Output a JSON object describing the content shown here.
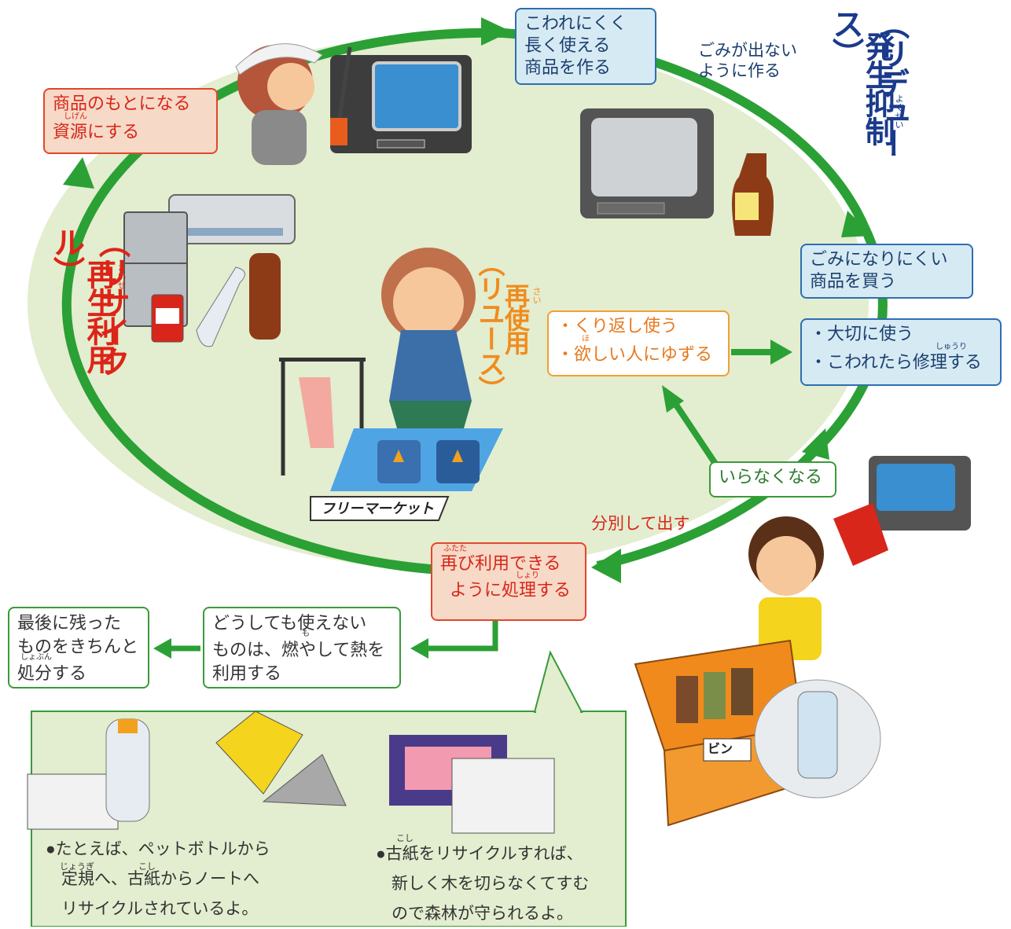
{
  "titles": {
    "reduce_main": "発生抑制",
    "reduce_sub": "（リデュース）",
    "reduce_ruby": "よくせい",
    "reuse_main": "再使用",
    "reuse_sub": "（リユース）",
    "reuse_ruby": "さい",
    "recycle_main": "再生利用",
    "recycle_sub": "（リサイクル）",
    "recycle_ruby": "さいせい"
  },
  "boxes": {
    "make_durable": [
      "こわれにくく",
      "長く使える",
      "商品を作る"
    ],
    "no_waste_note": [
      "ごみが出ない",
      "ように作る"
    ],
    "buy_less_waste": [
      "ごみになりにくい",
      "商品を買う"
    ],
    "care": [
      "・大切に使う",
      "・こわれたら修理する"
    ],
    "care_ruby": "しゅうり",
    "reuse_actions": [
      "・くり返し使う",
      "・欲しい人にゆずる"
    ],
    "reuse_ruby": "ほ",
    "unneeded": "いらなくなる",
    "sort_out": "分別して出す",
    "reprocess": [
      "再び利用できる",
      "ように処理する"
    ],
    "reprocess_ruby1": "ふたた",
    "reprocess_ruby2": "しょり",
    "resource": [
      "商品のもとになる",
      "資源にする"
    ],
    "resource_ruby": "しげん",
    "burn": [
      "どうしても使えない",
      "ものは、燃やして熱を",
      "利用する"
    ],
    "burn_ruby": "も",
    "dispose": [
      "最後に残った",
      "ものをきちんと",
      "処分する"
    ],
    "dispose_ruby": "しょぶん",
    "flea_market": "フリーマーケット",
    "bin_label": "ビン"
  },
  "examples": {
    "left": [
      "●たとえば、ペットボトルから",
      "定規へ、古紙からノートへ",
      "リサイクルされているよ。"
    ],
    "left_ruby1": "じょうぎ",
    "left_ruby2": "こし",
    "right": [
      "●古紙をリサイクルすれば、",
      "新しく木を切らなくてすむ",
      "ので森林が守られるよ。"
    ],
    "right_ruby": "こし"
  },
  "colors": {
    "ellipse_fill": "#e3edcf",
    "arrow_green": "#2ba035",
    "reduce_blue": "#1a3a8c",
    "reuse_orange": "#f08c1e",
    "recycle_red": "#dd2418"
  }
}
